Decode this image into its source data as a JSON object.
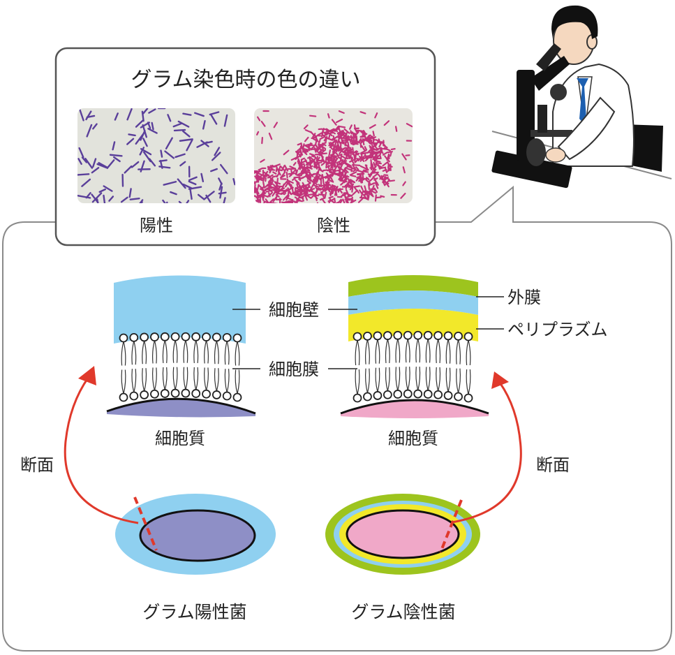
{
  "micrograph": {
    "title": "グラム染色時の色の違い",
    "positive_label": "陽性",
    "negative_label": "陰性"
  },
  "cross_section": {
    "cell_wall": "細胞壁",
    "cell_membrane": "細胞膜",
    "outer_membrane": "外膜",
    "periplasm": "ペリプラズム",
    "cytoplasm_left": "細胞質",
    "cytoplasm_right": "細胞質",
    "section_left": "断面",
    "section_right": "断面"
  },
  "bacteria": {
    "positive": "グラム陽性菌",
    "negative": "グラム陰性菌"
  },
  "colors": {
    "cell_wall": "#8fd0f0",
    "outer_membrane": "#9dc41e",
    "periplasm": "#f2e82a",
    "cytoplasm_positive": "#8e8fc6",
    "cytoplasm_negative": "#f0a8c8",
    "arrow": "#e0392b",
    "stain_positive": "#5a3f9a",
    "stain_negative": "#c2337a"
  }
}
